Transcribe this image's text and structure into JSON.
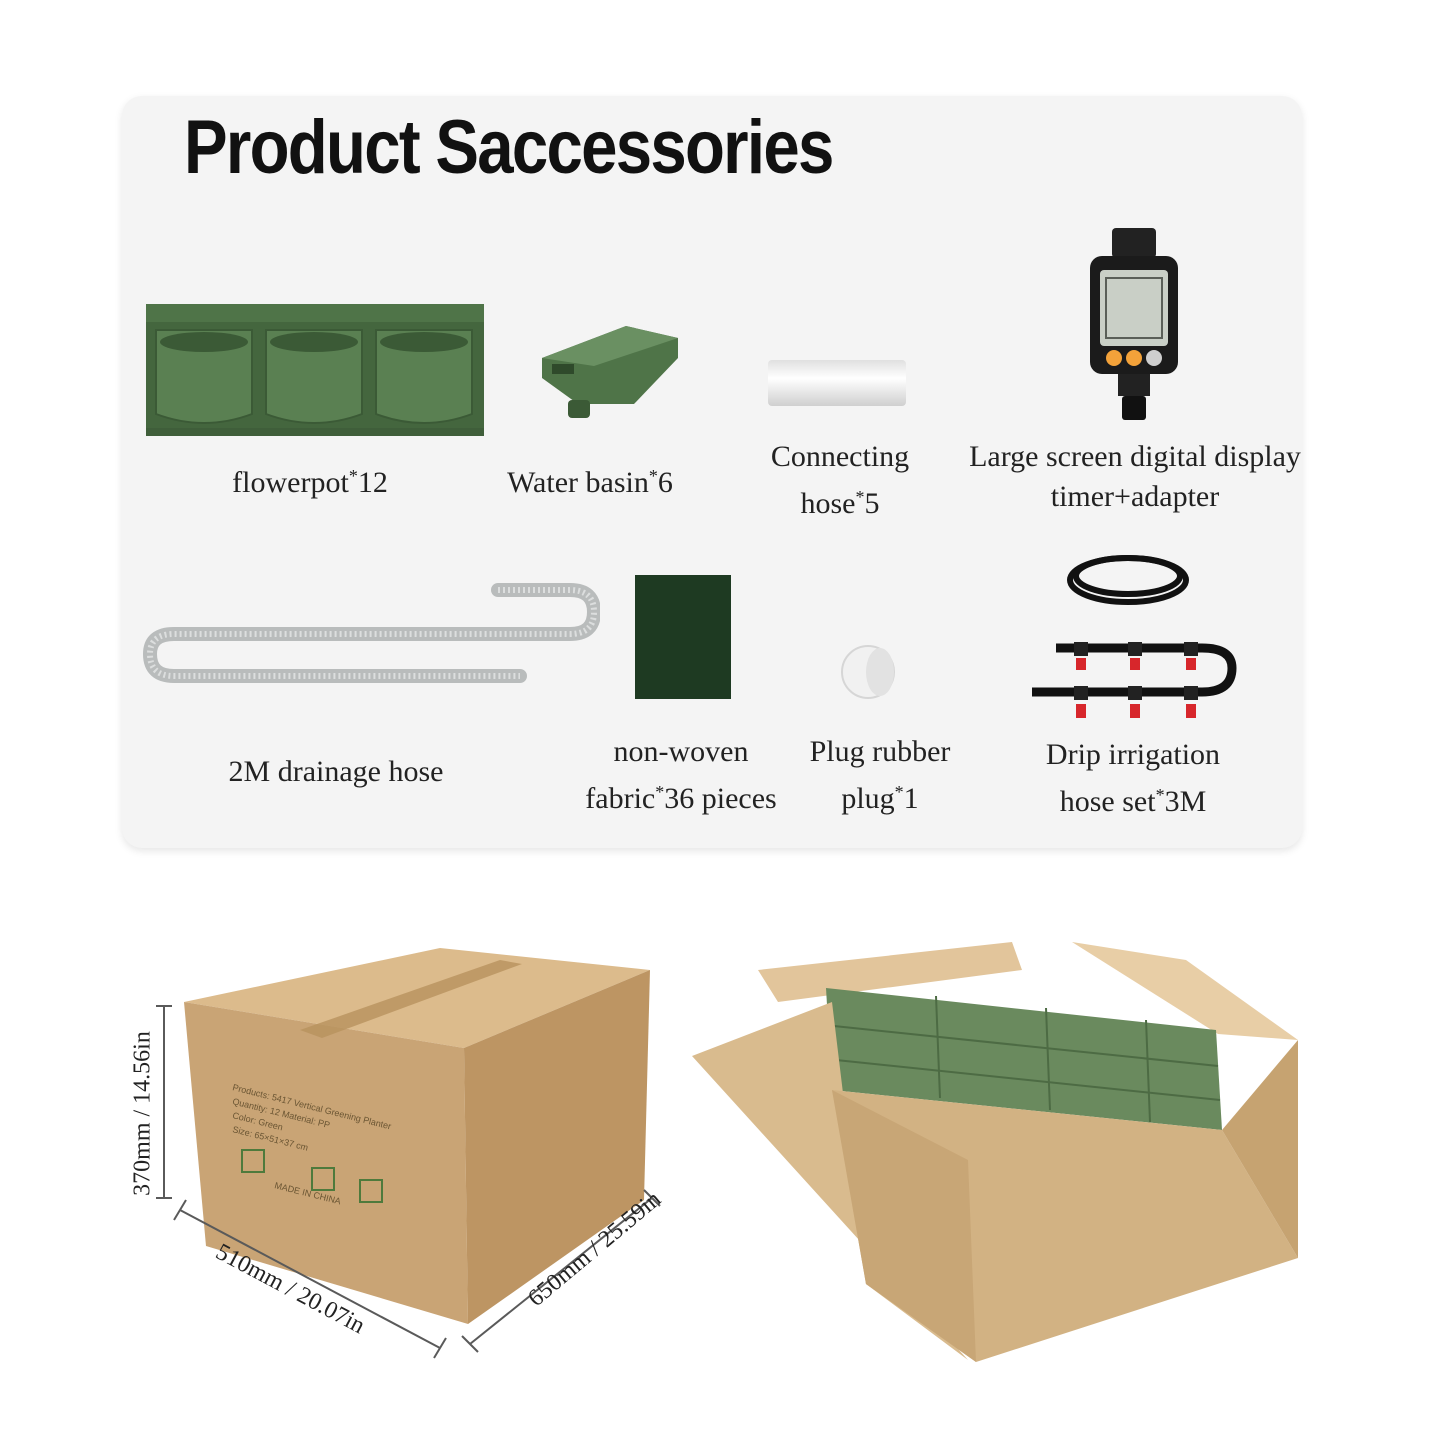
{
  "title": "Product Saccessories",
  "accessories": [
    {
      "name": "flowerpot",
      "qty": "12"
    },
    {
      "name": "Water basin",
      "qty": "6"
    },
    {
      "name_line1": "Connecting",
      "name_line2": "hose",
      "qty": "5"
    },
    {
      "name_line1": "Large screen digital display",
      "name_line2": "timer+adapter"
    },
    {
      "name": "2M drainage hose"
    },
    {
      "name_line1": "non-woven",
      "name_line2": "fabric",
      "qty": "36 pieces"
    },
    {
      "name_line1": "Plug rubber",
      "name_line2": "plug",
      "qty": "1"
    },
    {
      "name_line1": "Drip irrigation",
      "name_line2": "hose set",
      "qty": "3M"
    }
  ],
  "star": "*",
  "box_dimensions": {
    "height": "370mm / 14.56in",
    "width": "510mm / 20.07in",
    "depth": "650mm / 25.59in"
  },
  "box_label": {
    "line1": "Products: 5417 Vertical Greening Planter",
    "line2": "Quantity: 12    Material: PP",
    "line3": "Color: Green",
    "line4": "Size: 65×51×37 cm",
    "made_in": "MADE IN CHINA"
  },
  "colors": {
    "pot_green": "#4f7448",
    "fabric_green": "#1e3a22",
    "cardboard": "#cda97a",
    "card_bg": "#f4f4f4"
  }
}
